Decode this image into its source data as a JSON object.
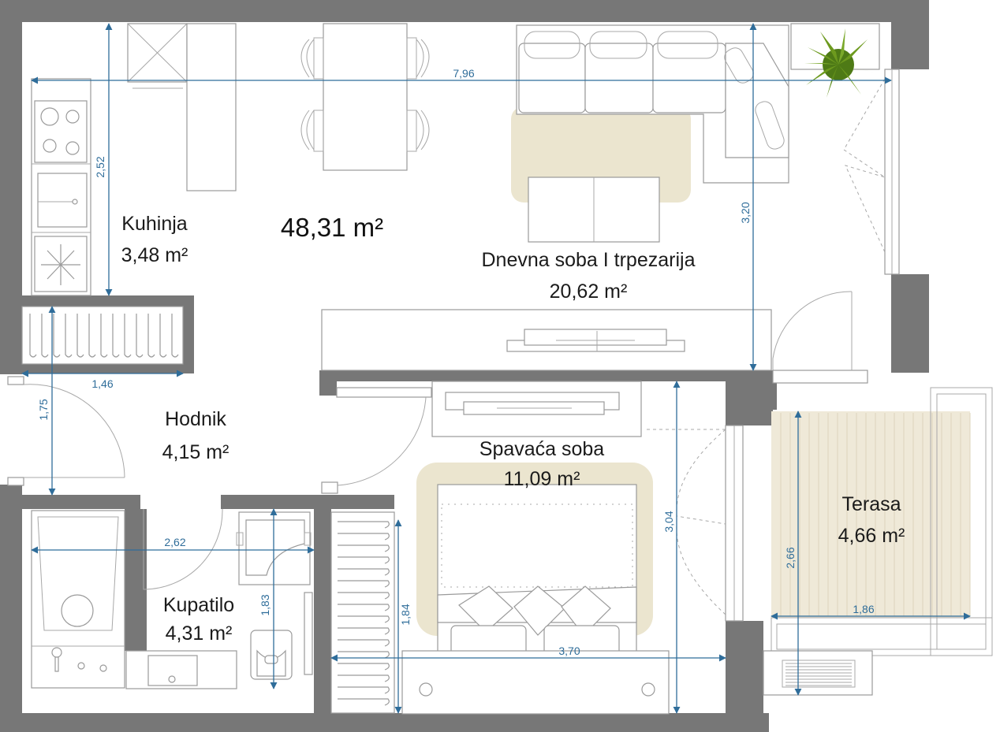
{
  "total_area": "48,31 m²",
  "rooms": {
    "kitchen": {
      "name": "Kuhinja",
      "area": "3,48 m²"
    },
    "living": {
      "name": "Dnevna soba I trpezarija",
      "area": "20,62 m²"
    },
    "hall": {
      "name": "Hodnik",
      "area": "4,15 m²"
    },
    "bedroom": {
      "name": "Spavaća soba",
      "area": "11,09 m²"
    },
    "bathroom": {
      "name": "Kupatilo",
      "area": "4,31 m²"
    },
    "terrace": {
      "name": "Terasa",
      "area": "4,66 m²"
    }
  },
  "dimensions": {
    "living_width": "7,96",
    "kitchen_height": "2,52",
    "living_height": "3,20",
    "wardrobe_width": "1,46",
    "hall_height": "1,75",
    "bath_width": "2,62",
    "bath_height": "1,83",
    "bedroom_wardrobe_height": "1,84",
    "bedroom_width": "3,70",
    "bedroom_height": "3,04",
    "terrace_height": "2,66",
    "terrace_width": "1,86"
  },
  "colors": {
    "wall": "#777777",
    "dimension": "#2f6d9a",
    "rug": "#ebe5cf",
    "terrace_floor": "#efe9d8",
    "plant": "#6d9a1e"
  }
}
